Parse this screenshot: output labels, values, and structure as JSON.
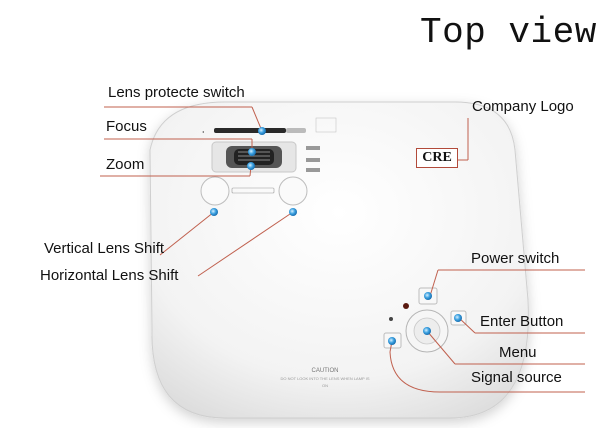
{
  "title": "Top view",
  "logo_text": "CRE",
  "callouts": {
    "lens_protect": "Lens protecte switch",
    "focus": "Focus",
    "zoom": "Zoom",
    "vertical_shift": "Vertical Lens Shift",
    "horizontal_shift": "Horizontal Lens Shift",
    "company_logo": "Company Logo",
    "power_switch": "Power switch",
    "enter_button": "Enter Button",
    "menu": "Menu",
    "signal_source": "Signal source"
  },
  "body_text": {
    "caution": "CAUTION",
    "caution_sub": "DO NOT LOOK INTO THE LENS WHEN LAMP IS ON"
  },
  "colors": {
    "leader_line": "#c0604e",
    "marker_blue": "#3aa0e0",
    "logo_border": "#b24a3a",
    "body_fill": "#f4f4f4"
  }
}
